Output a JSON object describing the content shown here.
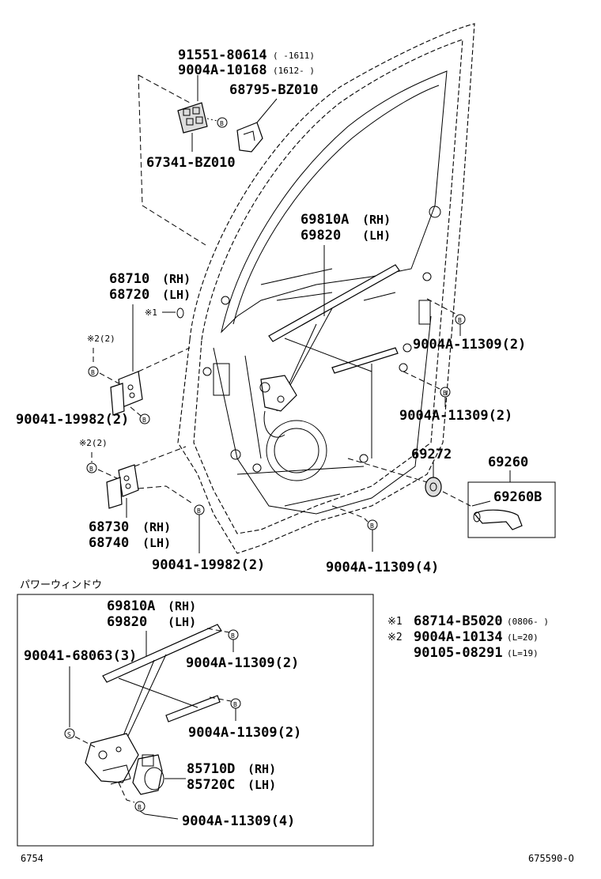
{
  "labels": {
    "top1": "91551-80614",
    "top1_note": "(    -1611)",
    "top2": "9004A-10168",
    "top2_note": "(1612-      )",
    "top3": "68795-BZ010",
    "top4": "67341-BZ010",
    "reg_rh": "69810A",
    "reg_rh_side": "(RH)",
    "reg_lh": "69820",
    "reg_lh_side": "(LH)",
    "hinge_up_rh": "68710",
    "hinge_up_rh_side": "(RH)",
    "hinge_up_lh": "68720",
    "hinge_up_lh_side": "(LH)",
    "note1_ref": "※1",
    "note2_ref_a": "※2(2)",
    "bolt_a": "90041-19982(2)",
    "bolt_b1": "9004A-11309(2)",
    "bolt_b2": "9004A-11309(2)",
    "note2_ref_b": "※2(2)",
    "crank_seat": "69272",
    "crank_grp": "69260",
    "crank_handle": "69260B",
    "hinge_lo_rh": "68730",
    "hinge_lo_rh_side": "(RH)",
    "hinge_lo_lh": "68740",
    "hinge_lo_lh_side": "(LH)",
    "bolt_c": "90041-19982(2)",
    "bolt_d": "9004A-11309(4)",
    "b_mark": "B",
    "s_mark": "S"
  },
  "power_window": {
    "title": "パワーウィンドウ",
    "reg_rh": "69810A",
    "reg_rh_side": "(RH)",
    "reg_lh": "69820",
    "reg_lh_side": "(LH)",
    "screw": "90041-68063(3)",
    "bolt_1": "9004A-11309(2)",
    "bolt_2": "9004A-11309(2)",
    "motor_rh": "85710D",
    "motor_rh_side": "(RH)",
    "motor_lh": "85720C",
    "motor_lh_side": "(LH)",
    "bolt_3": "9004A-11309(4)"
  },
  "notes": [
    {
      "mark": "※1",
      "part": "68714-B5020",
      "cond": "(0806-      )"
    },
    {
      "mark": "※2",
      "part": "9004A-10134",
      "cond": "(L=20)"
    },
    {
      "mark": "",
      "part": "90105-08291",
      "cond": "(L=19)"
    }
  ],
  "footer": {
    "left": "6754",
    "right": "675590-O"
  }
}
